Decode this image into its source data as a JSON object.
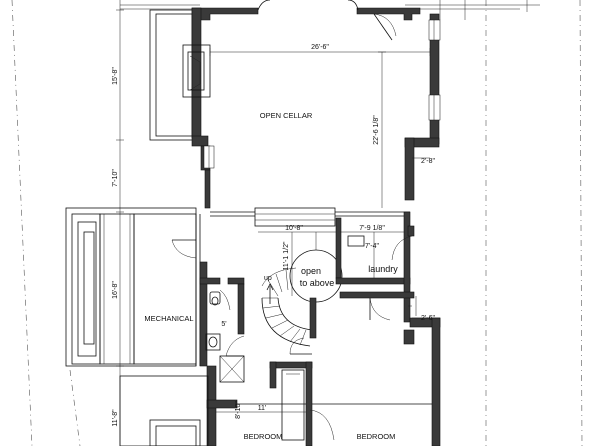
{
  "rooms": {
    "open_cellar": "OPEN CELLAR",
    "mechanical": "MECHANICAL",
    "laundry": "laundry",
    "open_to_above_1": "open",
    "open_to_above_2": "to above",
    "bedroom_1": "BEDROOM",
    "bedroom_2": "BEDROOM",
    "stair_up": "up"
  },
  "dimensions": {
    "cellar_width": "26'-6\"",
    "cellar_depth": "22'-6 1/8\"",
    "left_upper": "15'-8\"",
    "left_mid": "7'-10\"",
    "left_lower": "16'-8\"",
    "left_bottom": "11'-8\"",
    "right_1": "2'-8\"",
    "right_2": "2'-6\"",
    "hall_width": "10'-8\"",
    "hall_depth": "11'-1 1/2\"",
    "laundry_w": "7'-9 1/8\"",
    "laundry_d": "7'-4\"",
    "bath_dim": "5'",
    "closet_dim": "8'-10\"",
    "bedroom_width": "11'"
  }
}
